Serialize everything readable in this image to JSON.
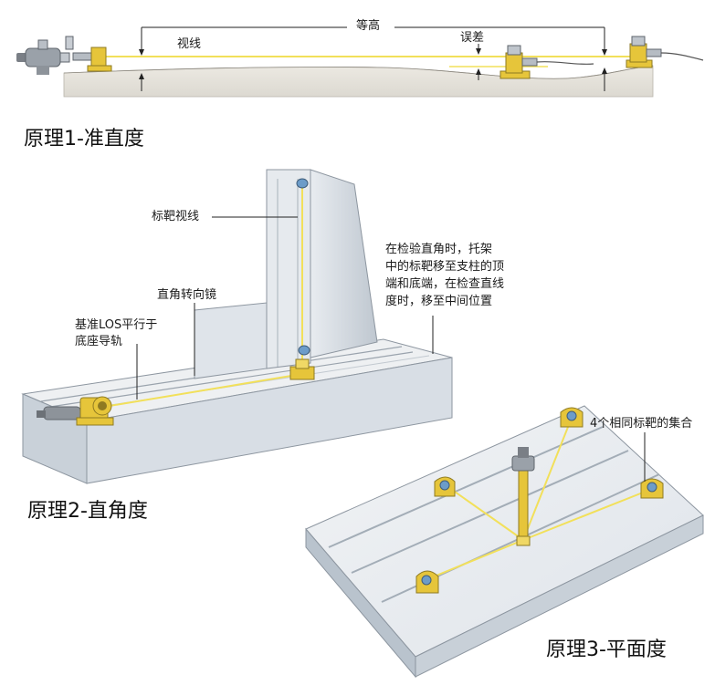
{
  "fig1": {
    "title": "原理1-准直度",
    "label_equal_height": "等高",
    "label_line_of_sight": "视线",
    "label_error": "误差"
  },
  "fig2": {
    "title": "原理2-直角度",
    "label_target_los": "标靶视线",
    "label_mirror": "直角转向镜",
    "label_reference": [
      "基准LOS平行于",
      "底座导轨"
    ],
    "note": [
      "在检验直角时，托架",
      "中的标靶移至支柱的顶",
      "端和底端，在检查直线",
      "度时，移至中间位置"
    ]
  },
  "fig3": {
    "title": "原理3-平面度",
    "label_targets": "4个相同标靶的集合"
  },
  "colors": {
    "beam": "#f2e05a",
    "target": "#e6c53a",
    "surface": "#e9e6df",
    "surface_shadow": "#d6d9de",
    "column": "#cfd6de",
    "plate": "#e3e7ec",
    "plate_side": "#b9c3cd"
  }
}
